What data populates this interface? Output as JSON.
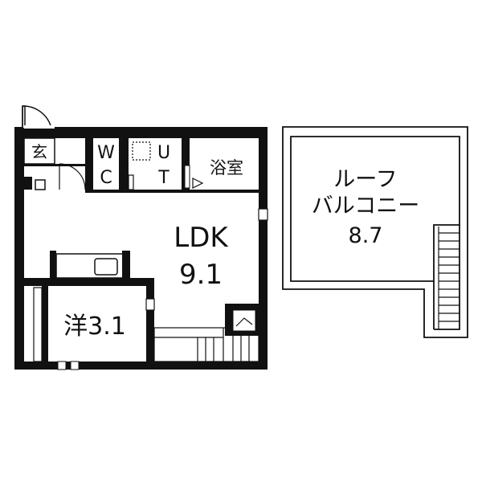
{
  "rooms": {
    "entrance": {
      "label": "玄"
    },
    "toilet": {
      "line1": "W",
      "line2": "C"
    },
    "utility": {
      "line1": "U",
      "line2": "T"
    },
    "bath": {
      "label": "浴室"
    },
    "ldk": {
      "name": "LDK",
      "size": "9.1"
    },
    "western": {
      "label": "洋3.1"
    },
    "roof_balcony": {
      "line1": "ルーフ",
      "line2": "バルコニー",
      "size": "8.7"
    }
  },
  "colors": {
    "wall": "#111111",
    "background": "#ffffff",
    "fixture": "#333333"
  }
}
